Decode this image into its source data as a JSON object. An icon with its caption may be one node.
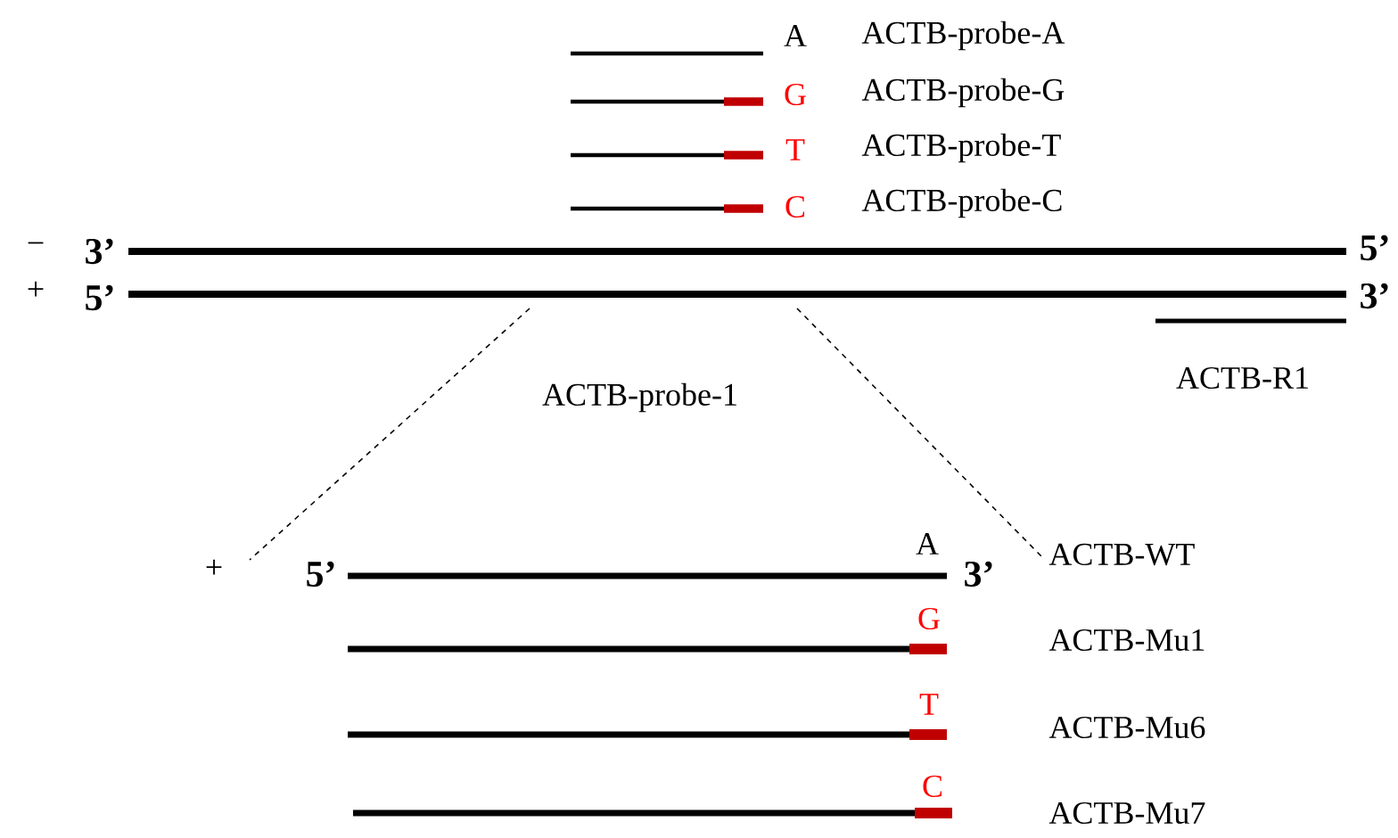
{
  "diagram": {
    "labels": [
      "A",
      "ACTB-probe-A",
      "G",
      "ACTB-probe-G",
      "T",
      "ACTB-probe-T",
      "C",
      "ACTB-probe-C",
      "−",
      "3’",
      "5’",
      "+",
      "5’",
      "3’",
      "ACTB-probe-1",
      "ACTB-R1",
      "+",
      "5’",
      "A",
      "3’",
      "ACTB-WT",
      "G",
      "ACTB-Mu1",
      "T",
      "ACTB-Mu6",
      "C",
      "ACTB-Mu7"
    ]
  }
}
